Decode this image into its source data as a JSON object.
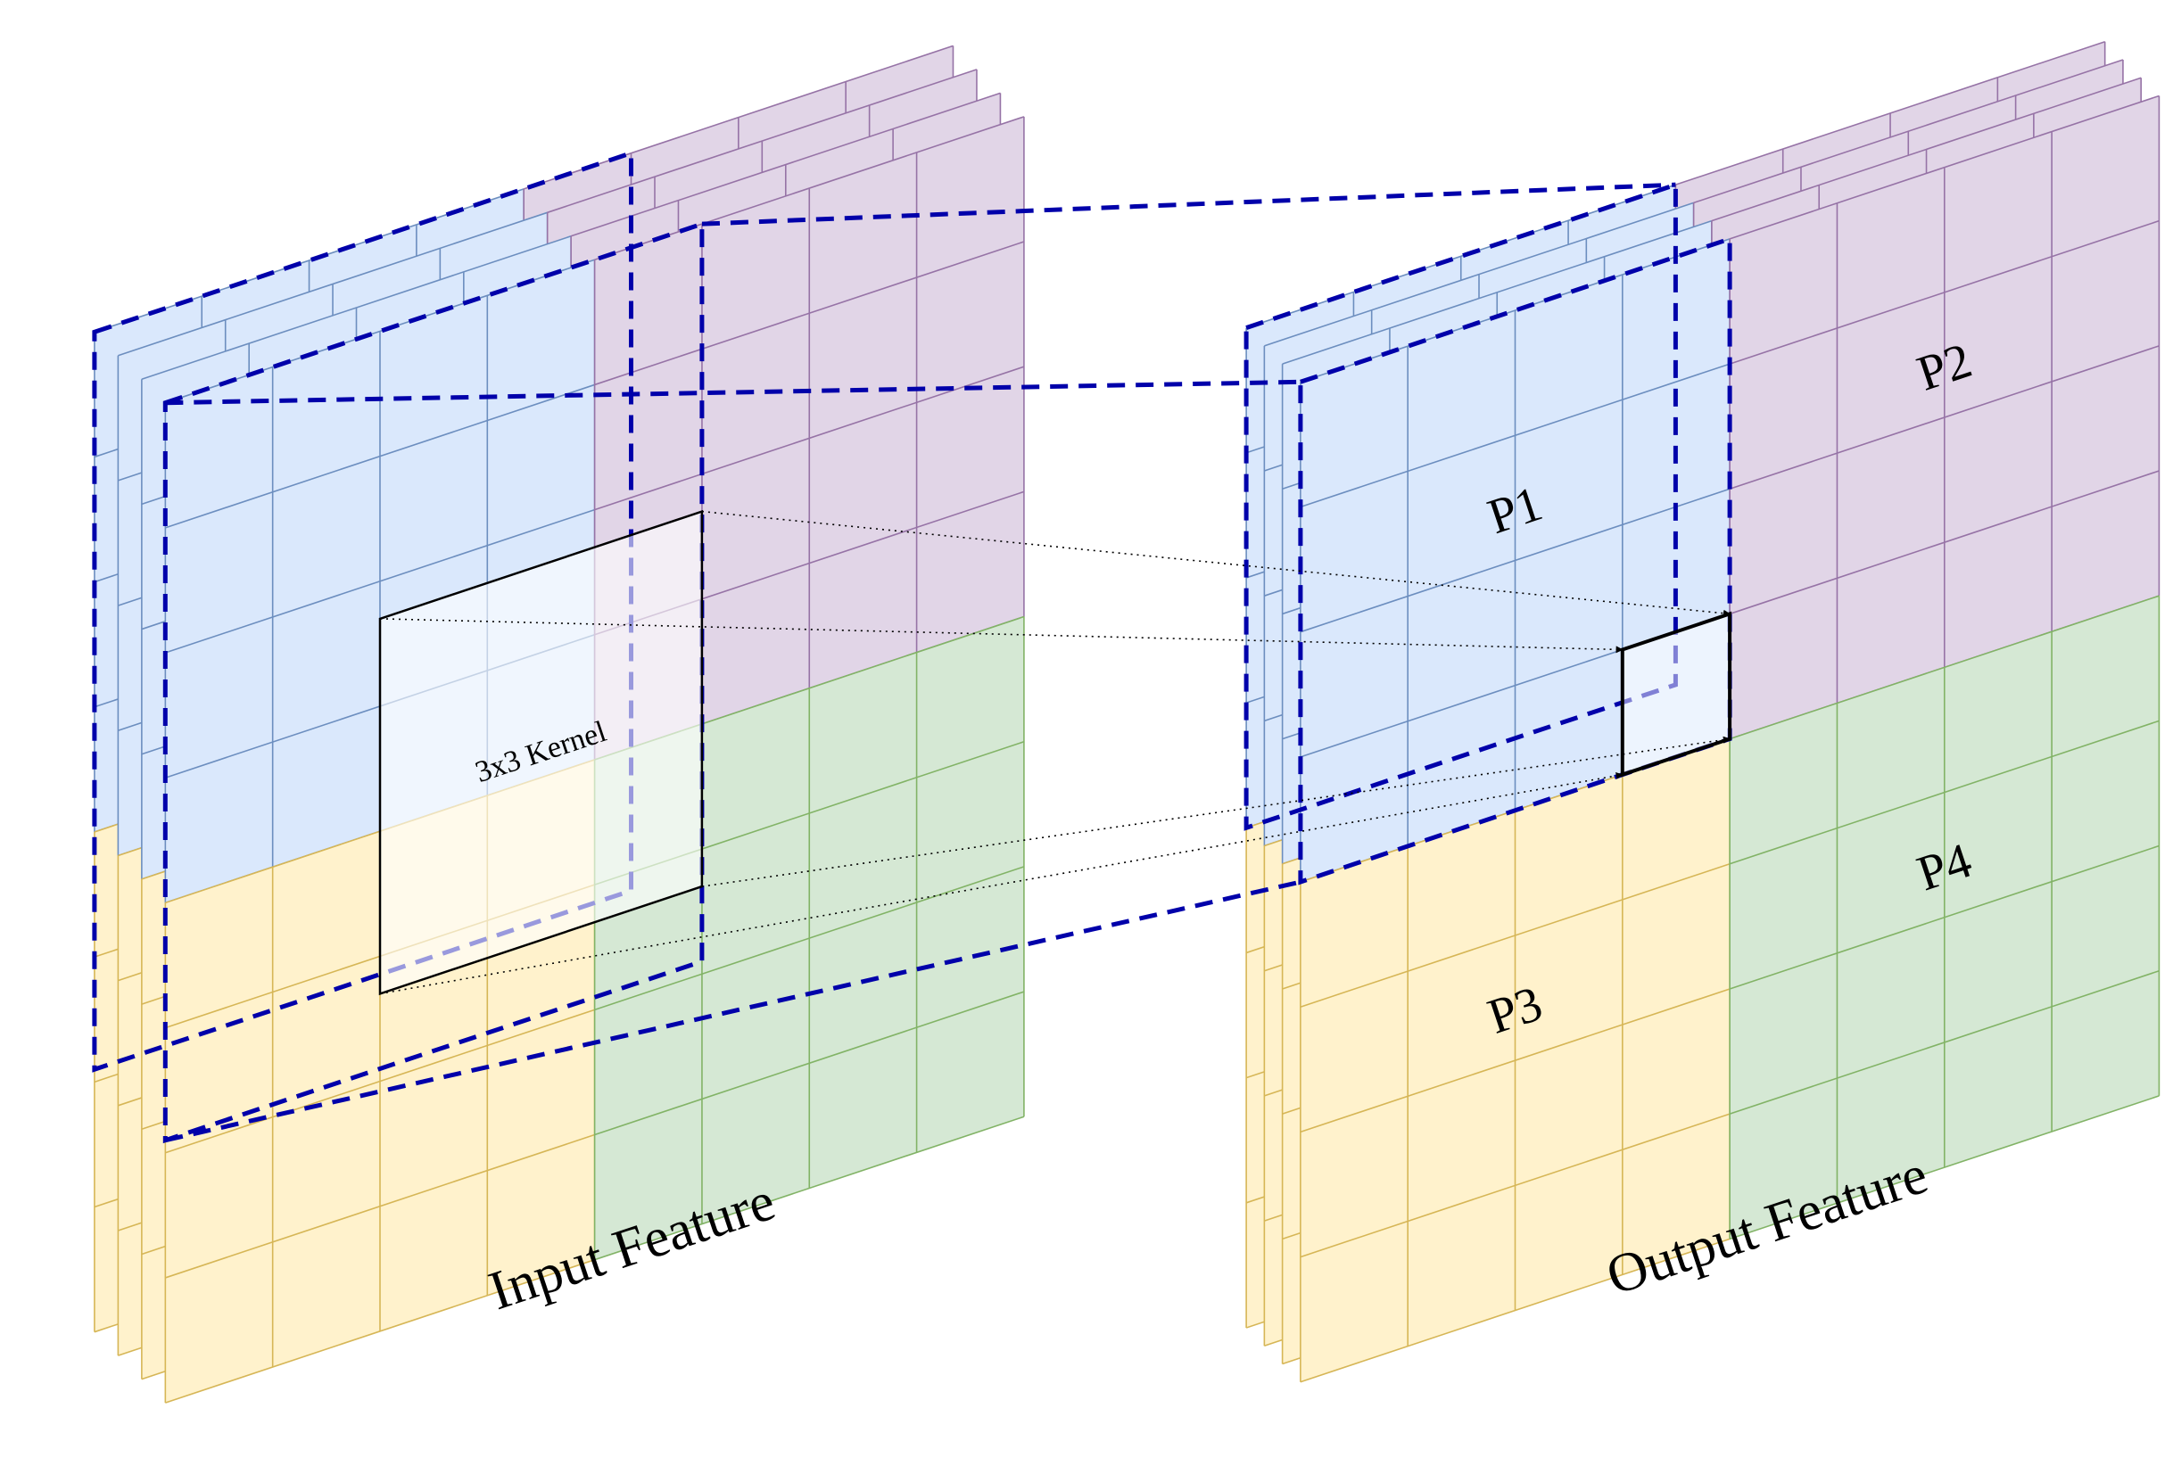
{
  "diagram": {
    "input_caption": "Input Feature",
    "output_caption": "Output Feature",
    "kernel_label": "3x3 Kernel",
    "regions": [
      {
        "id": "P1",
        "label": "P1",
        "fill": "#dae8fc",
        "stroke": "#6c8ebf"
      },
      {
        "id": "P2",
        "label": "P2",
        "fill": "#e1d5e7",
        "stroke": "#9673a6"
      },
      {
        "id": "P3",
        "label": "P3",
        "fill": "#fff2cc",
        "stroke": "#d6b656"
      },
      {
        "id": "P4",
        "label": "P4",
        "fill": "#d5e8d4",
        "stroke": "#82b366"
      }
    ],
    "grid_columns": 8,
    "grid_rows": 8,
    "stacked_channels": 4,
    "highlight_color": "#0000aa"
  }
}
